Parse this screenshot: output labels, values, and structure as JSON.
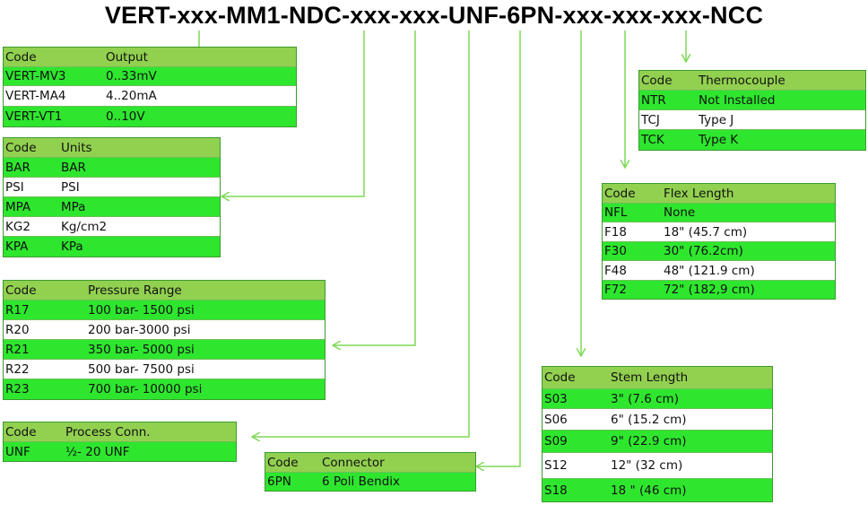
{
  "title": "VERT-xxx-MM1-NDC-xxx-xxx-UNF-6PN-xxx-xxx-xxx-NCC",
  "colors": {
    "header": "#92d050",
    "row_green": "#2ee62e",
    "row_white": "#ffffff",
    "border": "#3d9a30",
    "arrow": "#7ed957"
  },
  "tables": {
    "output": {
      "header": [
        "Code",
        "Output"
      ],
      "rows": [
        [
          "VERT-MV3",
          "0..33mV"
        ],
        [
          "VERT-MA4",
          "4..20mA"
        ],
        [
          "VERT-VT1",
          "0..10V"
        ]
      ]
    },
    "units": {
      "header": [
        "Code",
        "Units"
      ],
      "rows": [
        [
          "BAR",
          "BAR"
        ],
        [
          "PSI",
          "PSI"
        ],
        [
          "MPA",
          "MPa"
        ],
        [
          "KG2",
          "Kg/cm2"
        ],
        [
          "KPA",
          "KPa"
        ]
      ]
    },
    "pressure": {
      "header": [
        "Code",
        "Pressure Range"
      ],
      "rows": [
        [
          "R17",
          "100 bar- 1500 psi"
        ],
        [
          "R20",
          "200 bar-3000 psi"
        ],
        [
          "R21",
          "350 bar- 5000 psi"
        ],
        [
          "R22",
          "500 bar- 7500 psi"
        ],
        [
          "R23",
          "700 bar- 10000 psi"
        ]
      ]
    },
    "process": {
      "header": [
        "Code",
        "Process Conn."
      ],
      "rows": [
        [
          "UNF",
          "½- 20 UNF"
        ]
      ]
    },
    "connector": {
      "header": [
        "Code",
        "Connector"
      ],
      "rows": [
        [
          "6PN",
          "6 Poli Bendix"
        ]
      ]
    },
    "thermocouple": {
      "header": [
        "Code",
        "Thermocouple"
      ],
      "rows": [
        [
          "NTR",
          "Not Installed"
        ],
        [
          "TCJ",
          "Type J"
        ],
        [
          "TCK",
          "Type K"
        ]
      ]
    },
    "flex": {
      "header": [
        "Code",
        "Flex Length"
      ],
      "rows": [
        [
          "NFL",
          "None"
        ],
        [
          "F18",
          "18\" (45.7 cm)"
        ],
        [
          "F30",
          "30\" (76.2cm)"
        ],
        [
          "F48",
          "48\" (121.9 cm)"
        ],
        [
          "F72",
          "72\" (182,9 cm)"
        ]
      ]
    },
    "stem": {
      "header": [
        "Code",
        "Stem Length"
      ],
      "rows": [
        [
          "S03",
          "3\" (7.6 cm)"
        ],
        [
          "S06",
          "6\" (15.2 cm)"
        ],
        [
          "S09",
          "9\" (22.9 cm)"
        ],
        [
          "S12",
          "12\" (32 cm)"
        ],
        [
          "S18",
          "18 \" (46 cm)"
        ]
      ]
    }
  }
}
